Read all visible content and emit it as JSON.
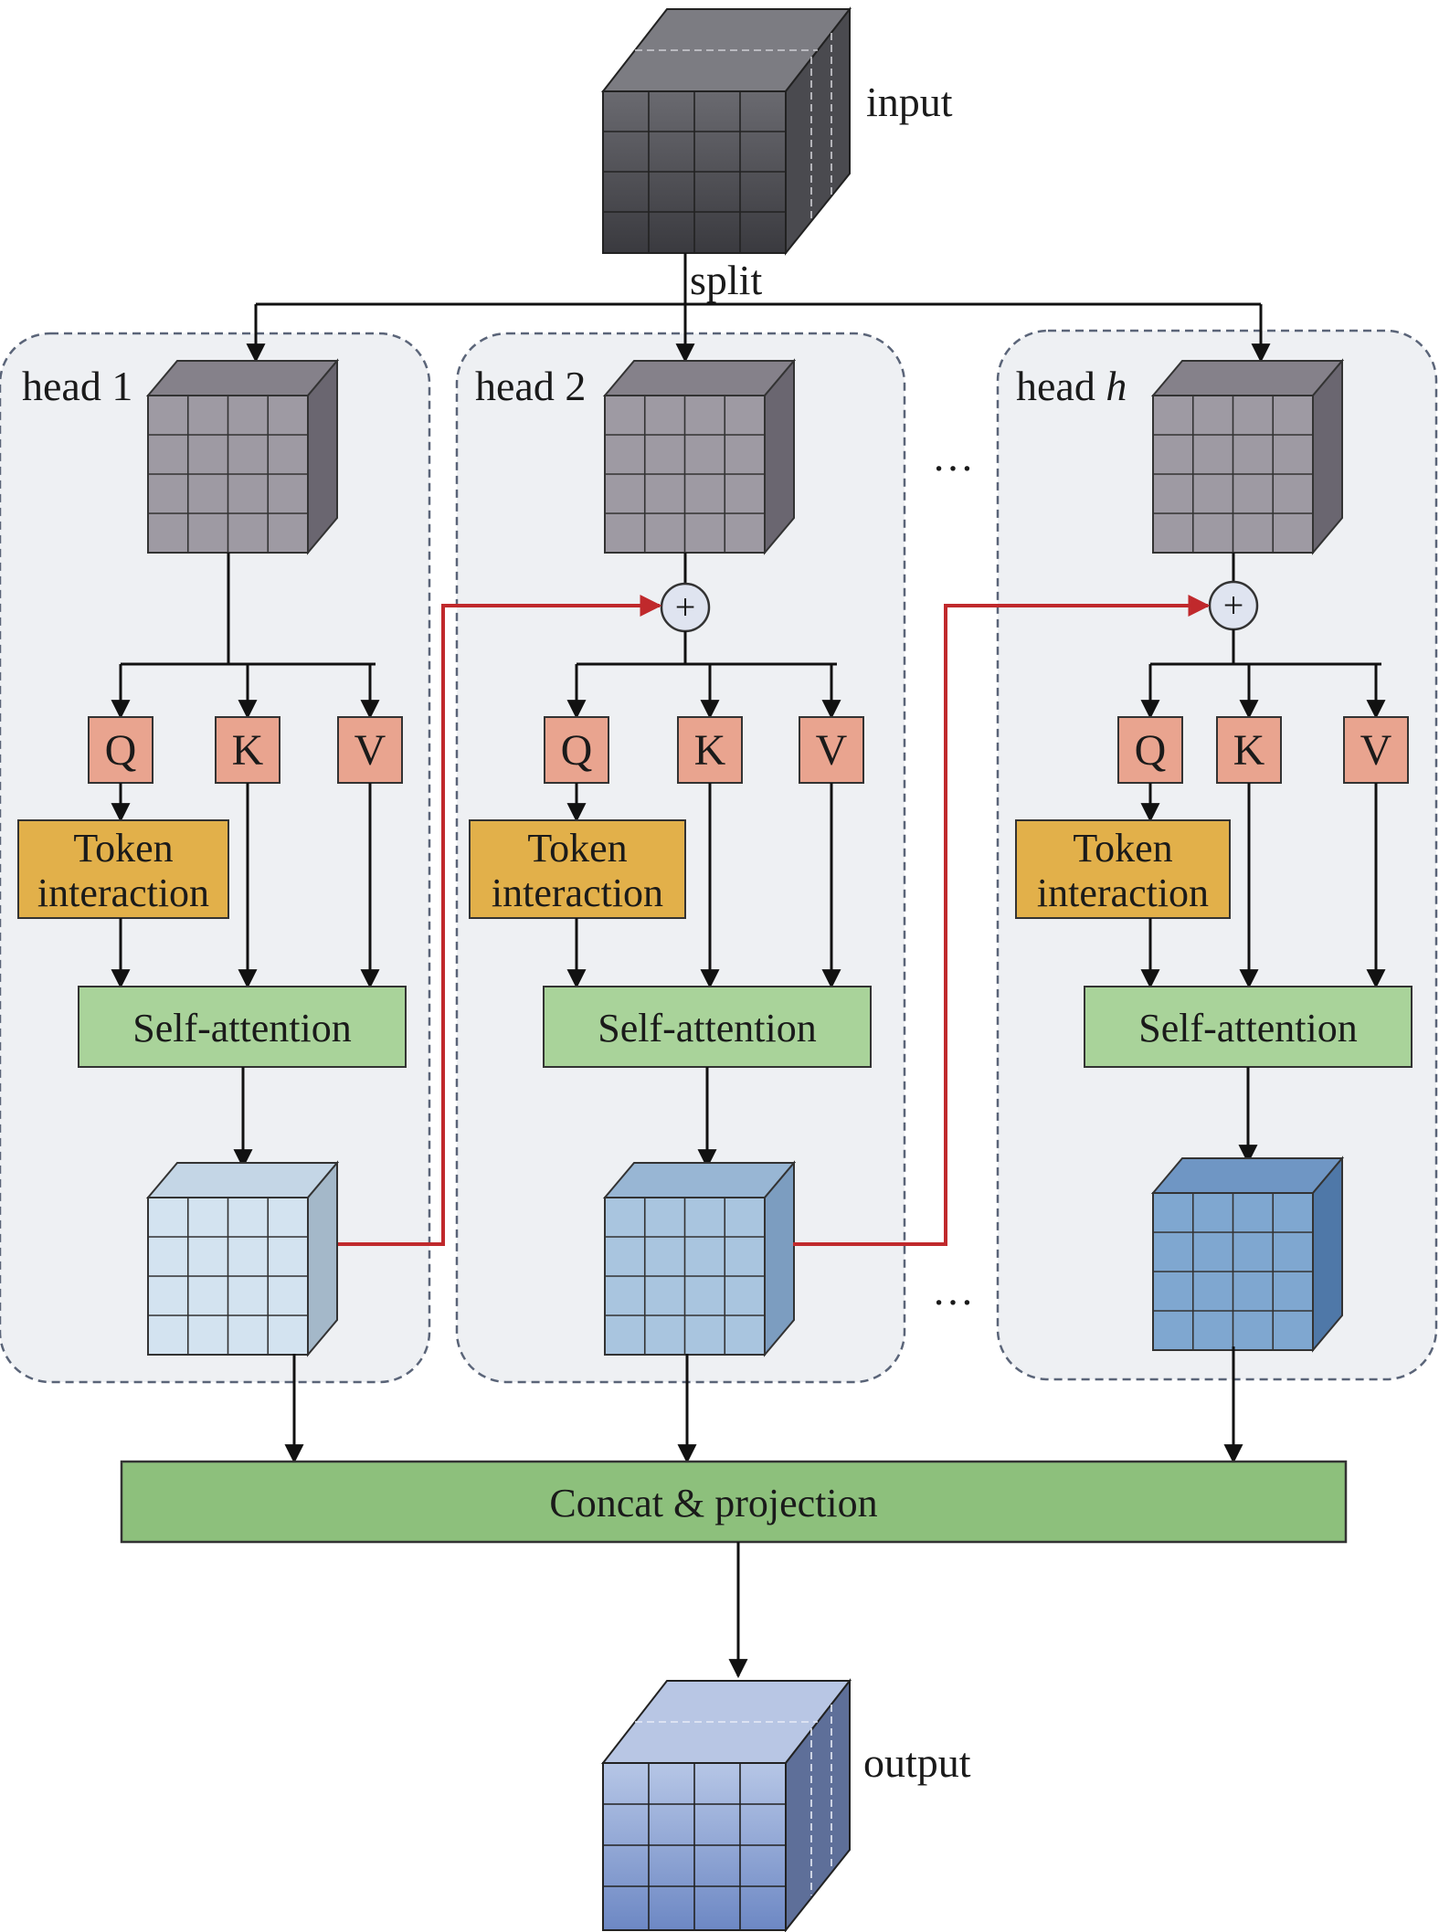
{
  "labels": {
    "input": "input",
    "split": "split",
    "output": "output",
    "ellipsis": "…"
  },
  "heads": [
    {
      "label_prefix": "head ",
      "label_index": "1",
      "index_italic": false,
      "q": "Q",
      "k": "K",
      "v": "V",
      "token_line1": "Token",
      "token_line2": "interaction",
      "self_attention": "Self-attention",
      "has_plus": false
    },
    {
      "label_prefix": "head ",
      "label_index": "2",
      "index_italic": false,
      "q": "Q",
      "k": "K",
      "v": "V",
      "token_line1": "Token",
      "token_line2": "interaction",
      "self_attention": "Self-attention",
      "has_plus": true,
      "plus": "+"
    },
    {
      "label_prefix": "head ",
      "label_index": "h",
      "index_italic": true,
      "q": "Q",
      "k": "K",
      "v": "V",
      "token_line1": "Token",
      "token_line2": "interaction",
      "self_attention": "Self-attention",
      "has_plus": true,
      "plus": "+"
    }
  ],
  "concat": "Concat & projection",
  "colors": {
    "panel_fill": "#eef0f3",
    "panel_border": "#5a6478",
    "qkv_fill": "#e9a48f",
    "token_fill": "#e2b04a",
    "attention_fill": "#a9d39a",
    "concat_fill": "#8dc07c",
    "residual_arrow": "#c0292c",
    "grey_cube": "#9e9aa3",
    "out_cube_1": "#d3e3f0",
    "out_cube_2": "#a9c5df",
    "out_cube_3": "#7fa7d0",
    "io_cube_dark": "#4a4a4f",
    "io_cube_blue": "#7b95cc"
  }
}
